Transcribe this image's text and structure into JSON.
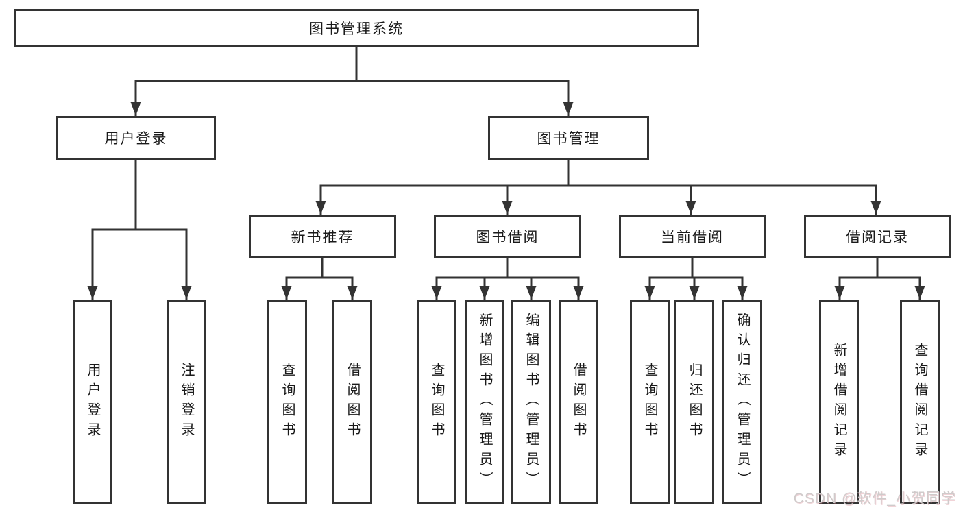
{
  "tree": {
    "root": {
      "label": "图书管理系统"
    },
    "children": [
      {
        "label": "用户登录",
        "children": [
          {
            "label": "用户登录"
          },
          {
            "label": "注销登录"
          }
        ]
      },
      {
        "label": "图书管理",
        "children": [
          {
            "label": "新书推荐",
            "children": [
              {
                "label": "查询图书"
              },
              {
                "label": "借阅图书"
              }
            ]
          },
          {
            "label": "图书借阅",
            "children": [
              {
                "label": "查询图书"
              },
              {
                "label": "新增图书（管理员）"
              },
              {
                "label": "编辑图书（管理员）"
              },
              {
                "label": "借阅图书"
              }
            ]
          },
          {
            "label": "当前借阅",
            "children": [
              {
                "label": "查询图书"
              },
              {
                "label": "归还图书"
              },
              {
                "label": "确认归还（管理员）"
              }
            ]
          },
          {
            "label": "借阅记录",
            "children": [
              {
                "label": "新增借阅记录"
              },
              {
                "label": "查询借阅记录"
              }
            ]
          }
        ]
      }
    ]
  },
  "watermark": {
    "text": "CSDN @软件_小贺同学"
  },
  "colors": {
    "line": "#333333",
    "text": "#1a1a1a",
    "background": "#ffffff",
    "watermark_text": "#cfcbcb"
  }
}
